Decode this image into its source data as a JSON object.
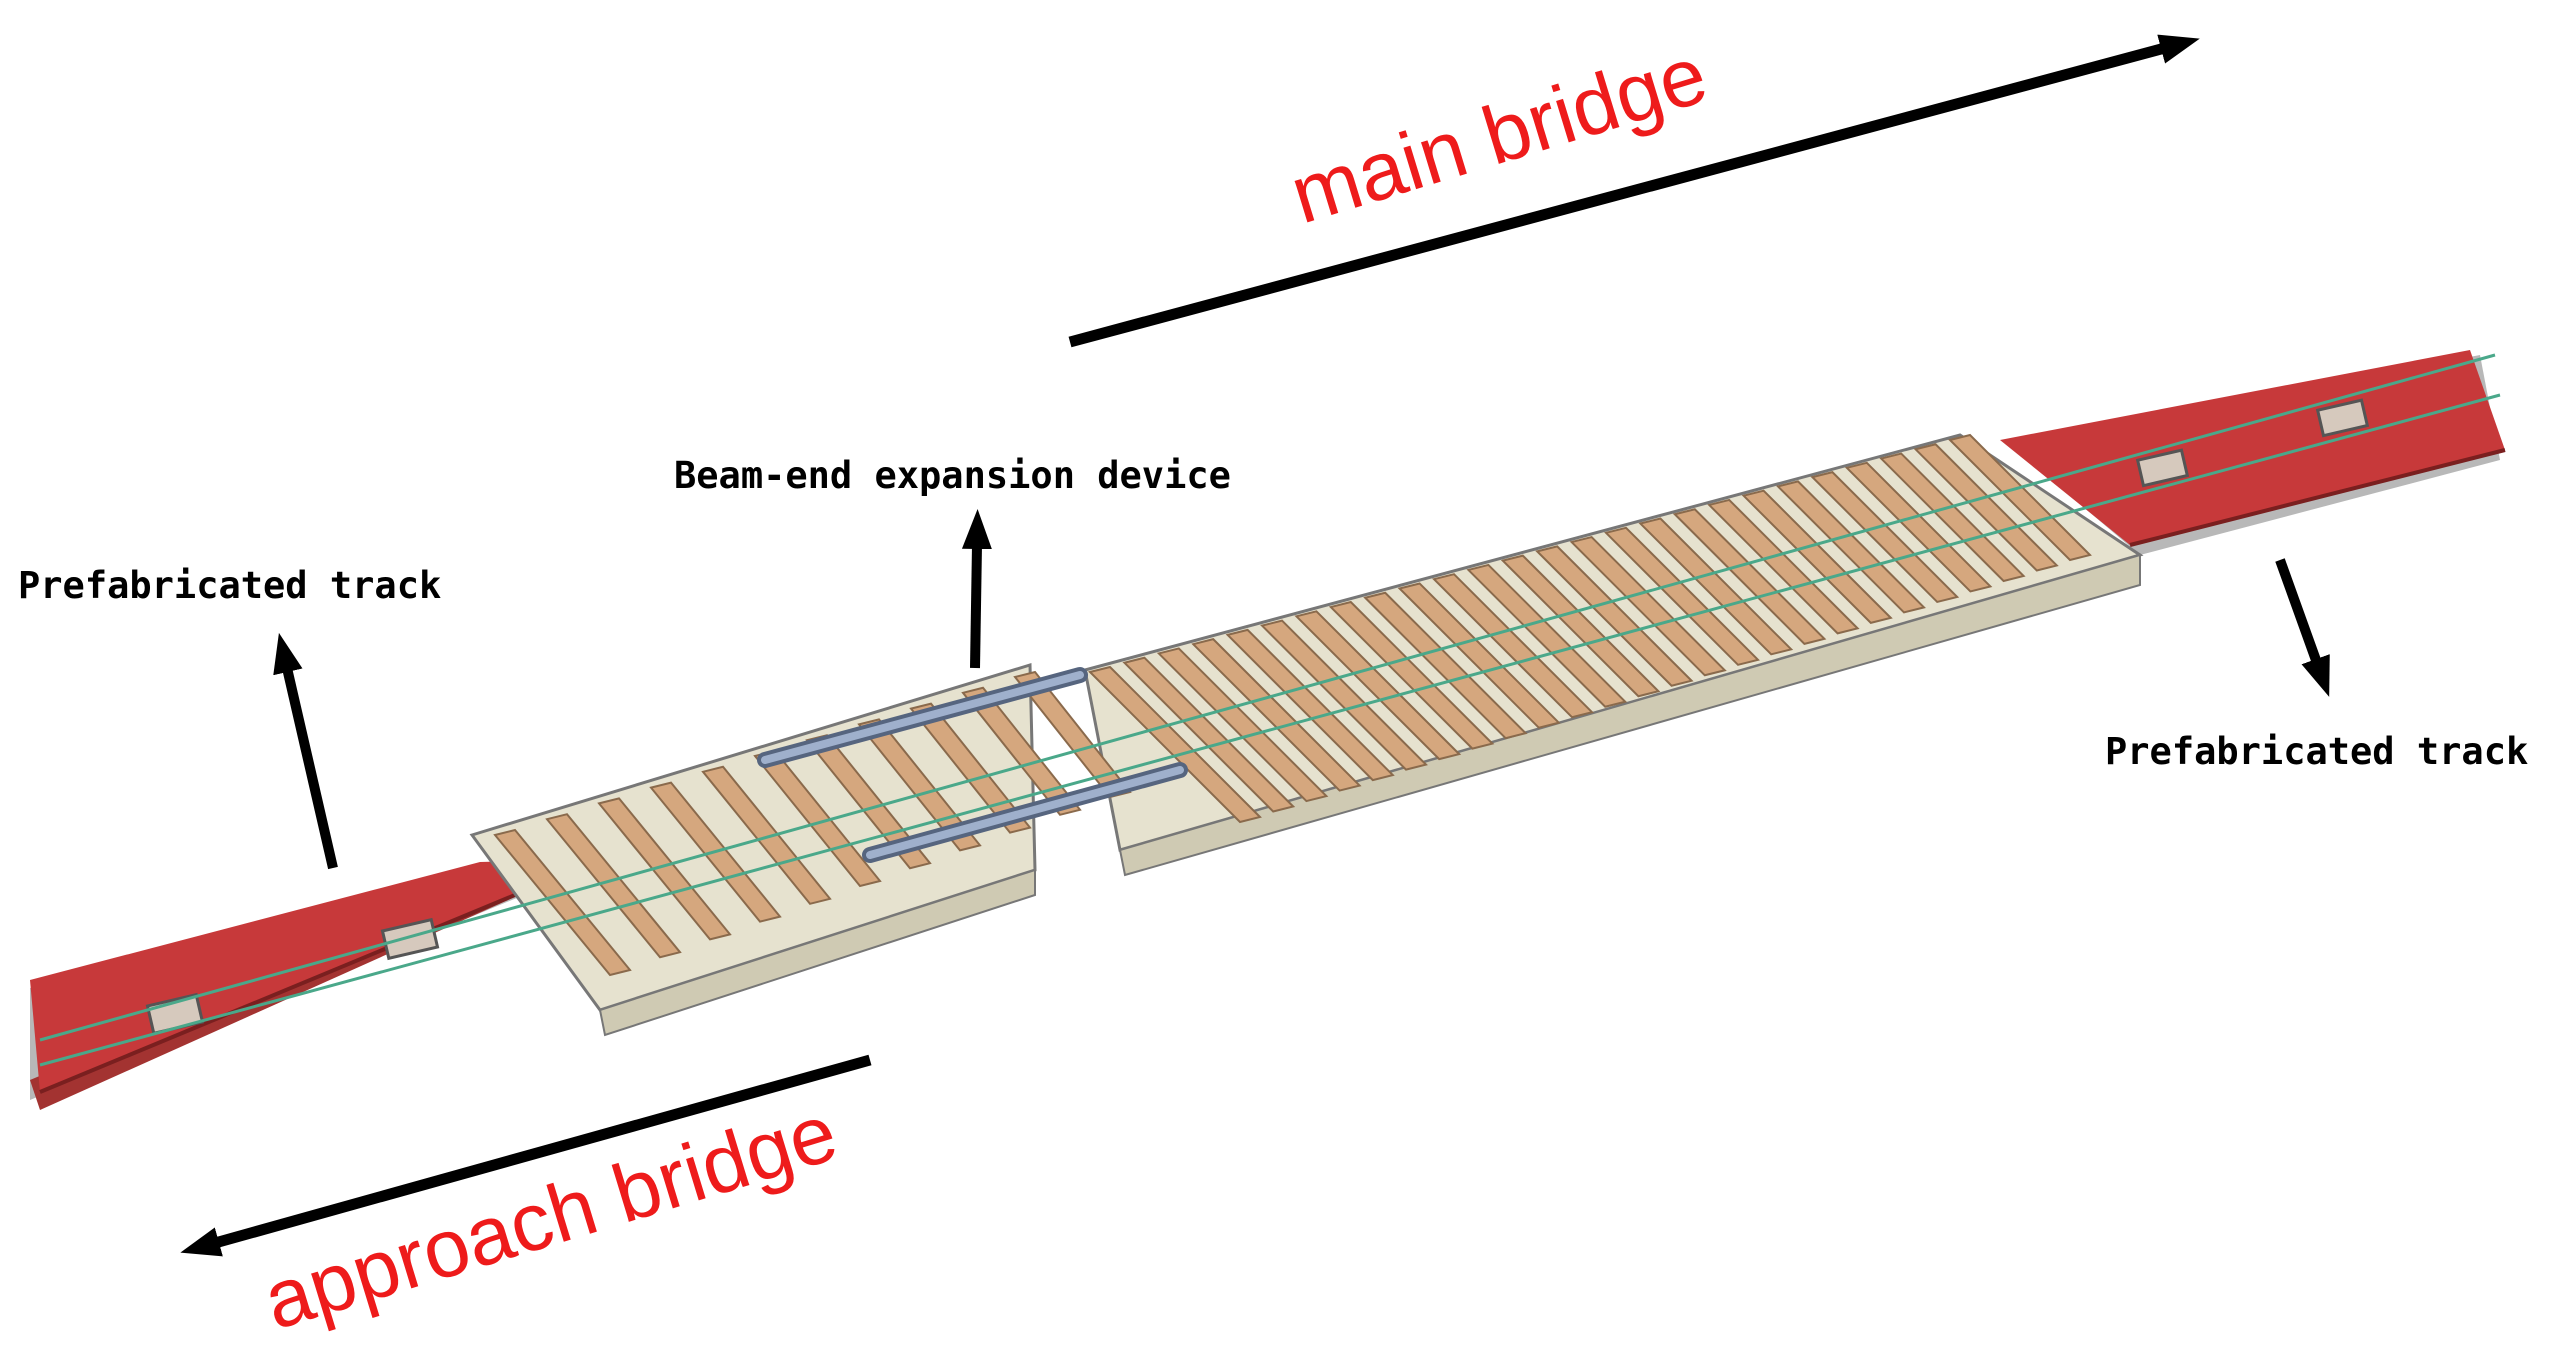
{
  "labels": {
    "main_bridge": "main bridge",
    "approach_bridge": "approach bridge",
    "expansion_device": "Beam-end expansion device",
    "track_left": "Prefabricated track",
    "track_right": "Prefabricated track"
  },
  "colors": {
    "accent_red": "#ee1b1b",
    "slab_red": "#b5302d",
    "deck": "#e6e2cf",
    "sleeper": "#d5a77e",
    "rail": "#4aa88a",
    "steel": "#7f8fae",
    "arrow": "#000000"
  }
}
